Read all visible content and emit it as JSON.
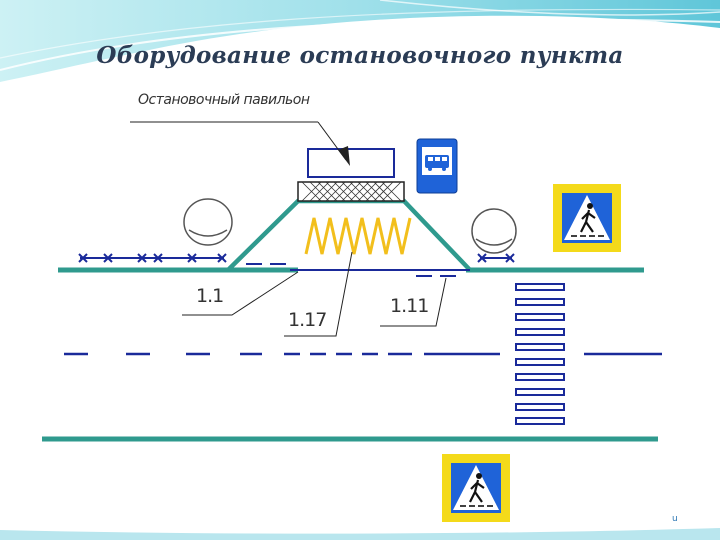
{
  "slide": {
    "title": "Оборудование остановочного пункта",
    "page_number": "u"
  },
  "diagram": {
    "pavilion_label": "Остановочный павильон",
    "markings": [
      "1.1",
      "1.17",
      "1.11"
    ],
    "signs": [
      "bus-stop-sign",
      "pedestrian-crossing-sign"
    ],
    "colors": {
      "road_line": "#2f9a8e",
      "marking": "#1a2a9a",
      "sign_yellow": "#f4da1a",
      "sign_blue": "#1f63d8",
      "header_teal": "#9fe0ea"
    }
  }
}
